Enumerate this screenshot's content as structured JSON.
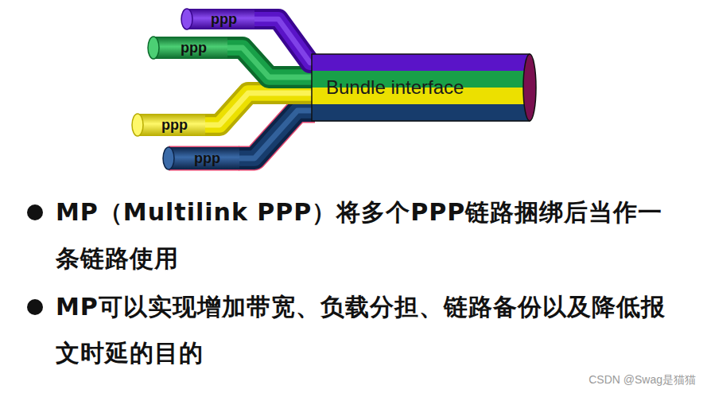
{
  "diagram": {
    "nodes": [
      {
        "text": [
          "ppp"
        ]
      },
      {
        "text": [
          "ppp"
        ]
      },
      {
        "text": [
          "ppp"
        ]
      },
      {
        "text": [
          "ppp"
        ]
      },
      {
        "text": [
          "Bundle interface"
        ]
      }
    ],
    "edges": [
      {
        "from": 0,
        "to": 4,
        "arrow": "none"
      },
      {
        "from": 1,
        "to": 4,
        "arrow": "none"
      },
      {
        "from": 2,
        "to": 4,
        "arrow": "none"
      },
      {
        "from": 3,
        "to": 4,
        "arrow": "none"
      }
    ],
    "labels": [
      "MP（Multilink PPP）将多个PPP链路捆绑后当作一条链路使用",
      "MP可以实现增加带宽、负载分担、链路备份以及降低报文时延的目的",
      "CSDN @Swag是猫猫"
    ]
  }
}
